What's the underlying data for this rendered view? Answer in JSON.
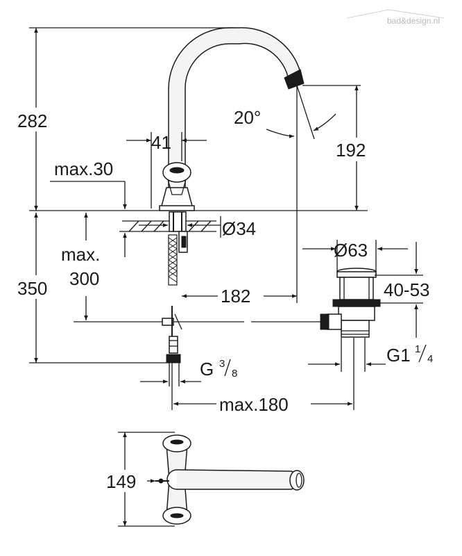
{
  "watermark": "bad&design.nl",
  "dimensions": {
    "overall_height": "282",
    "lever_width": "41",
    "spout_angle": "20°",
    "spout_height": "192",
    "deck_thickness": "max.30",
    "hole_diameter": "Ø34",
    "deck_depth_max_line1": "max.",
    "deck_depth_max_line2": "300",
    "below_deck": "350",
    "spout_reach": "182",
    "waste_diameter": "Ø63",
    "waste_adjust": "40-53",
    "waste_thread_main": "G1",
    "waste_thread_num": "1",
    "waste_thread_den": "4",
    "inlet_thread_main": "G",
    "inlet_thread_num": "3",
    "inlet_thread_den": "8",
    "rod_length": "max.180",
    "top_view_width": "149"
  }
}
